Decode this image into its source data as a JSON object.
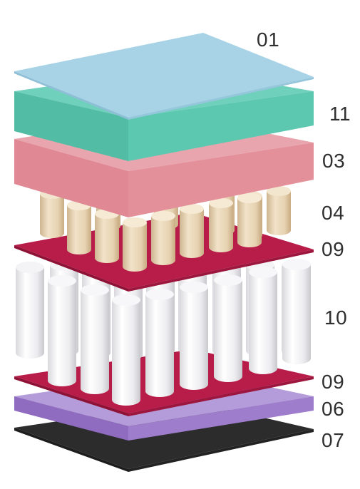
{
  "layers": [
    {
      "id": "01",
      "label": "01",
      "color": "#a8d3e6",
      "kind": "sheet"
    },
    {
      "id": "11",
      "label": "11",
      "color": "#5cc8b0",
      "kind": "slab"
    },
    {
      "id": "03",
      "label": "03",
      "color": "#e4909a",
      "kind": "slab"
    },
    {
      "id": "04",
      "label": "04",
      "color": "#e8d3b3",
      "kind": "springs-small"
    },
    {
      "id": "09a",
      "label": "09",
      "color": "#b81d4a",
      "kind": "sheet"
    },
    {
      "id": "10",
      "label": "10",
      "color": "#f0eff1",
      "kind": "springs-large"
    },
    {
      "id": "09b",
      "label": "09",
      "color": "#b81d4a",
      "kind": "sheet"
    },
    {
      "id": "06",
      "label": "06",
      "color": "#9e78c8",
      "kind": "slab"
    },
    {
      "id": "07",
      "label": "07",
      "color": "#2c2c2c",
      "kind": "sheet"
    }
  ]
}
